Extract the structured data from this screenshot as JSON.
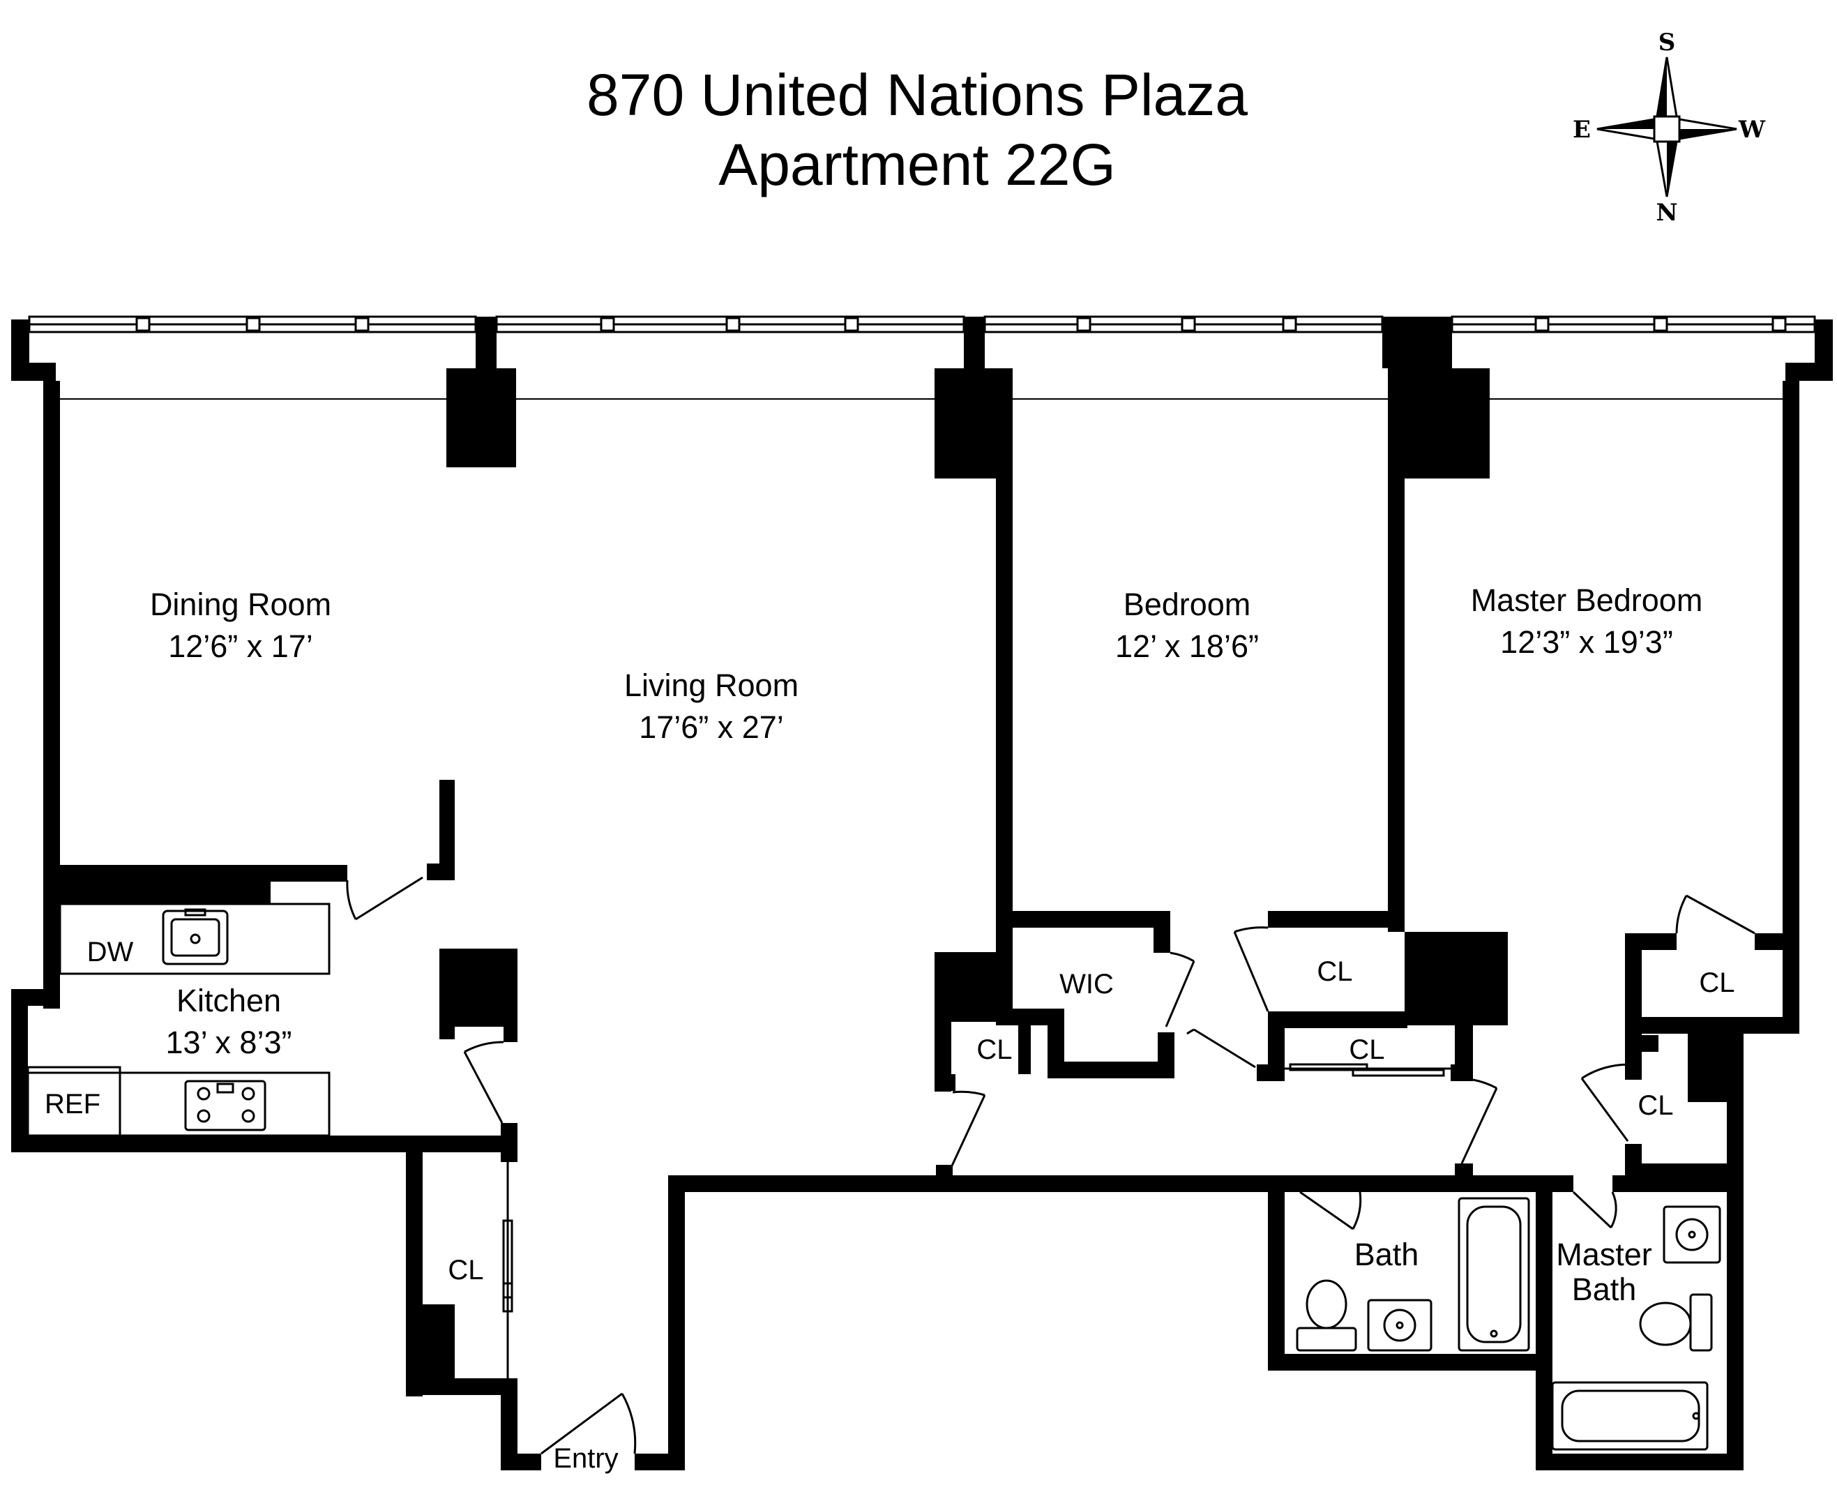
{
  "title": {
    "line1": "870 United Nations Plaza",
    "line2": "Apartment 22G"
  },
  "compass": {
    "top": "S",
    "bottom": "N",
    "left": "E",
    "right": "W"
  },
  "rooms": {
    "dining": {
      "name": "Dining Room",
      "dims": "12’6” x 17’"
    },
    "living": {
      "name": "Living Room",
      "dims": "17’6” x 27’"
    },
    "bedroom": {
      "name": "Bedroom",
      "dims": "12’ x 18’6”"
    },
    "master_bedroom": {
      "name": "Master Bedroom",
      "dims": "12’3” x 19’3”"
    },
    "kitchen": {
      "name": "Kitchen",
      "dims": "13’ x 8’3”"
    },
    "bath": {
      "name": "Bath"
    },
    "master_bath": {
      "line1": "Master",
      "line2": "Bath"
    }
  },
  "labels": {
    "dw": "DW",
    "ref": "REF",
    "wic": "WIC",
    "closet": "CL",
    "entry": "Entry"
  },
  "colors": {
    "wall": "#000000",
    "background": "#ffffff"
  }
}
